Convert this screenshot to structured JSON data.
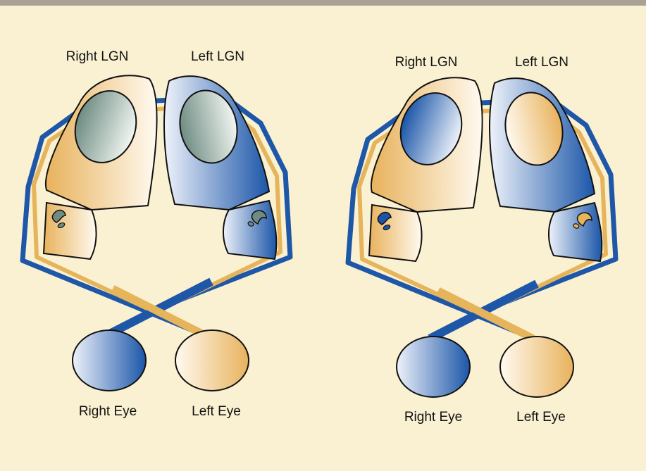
{
  "panels": [
    {
      "labels": {
        "right_lgn": "Right LGN",
        "left_lgn": "Left LGN",
        "right_eye": "Right Eye",
        "left_eye": "Left Eye"
      }
    },
    {
      "labels": {
        "right_lgn": "Right LGN",
        "left_lgn": "Left LGN",
        "right_eye": "Right Eye",
        "left_eye": "Left Eye"
      }
    }
  ],
  "colors": {
    "background": "#faf1d2",
    "top_bar": "#a8a396",
    "blue_pathway": "#1f57a8",
    "gold_pathway": "#e6b45a",
    "outline": "#111111",
    "overlap_gray_green": "#7c9a90"
  }
}
